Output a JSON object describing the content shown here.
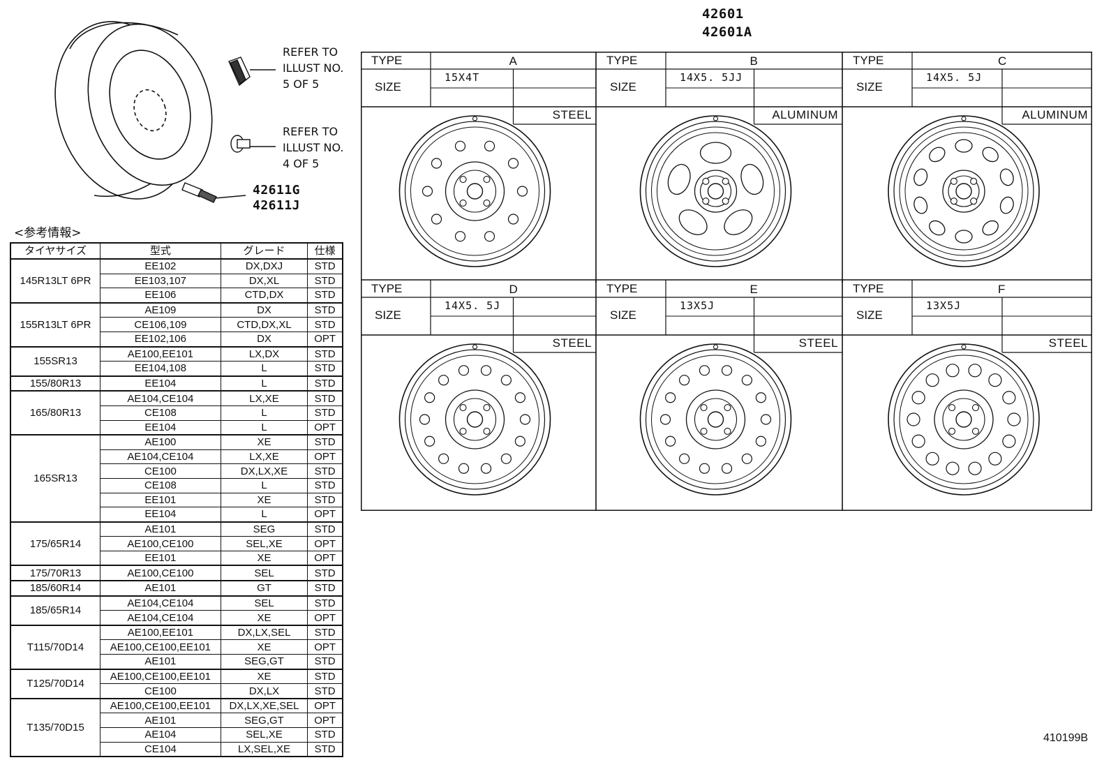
{
  "header": {
    "part_main": "42601",
    "part_alt": "42601A"
  },
  "callouts": {
    "refer1": {
      "line1": "REFER TO",
      "line2": "ILLUST NO.",
      "line3": "5 OF 5"
    },
    "refer2": {
      "line1": "REFER TO",
      "line2": "ILLUST NO.",
      "line3": "4 OF 5"
    },
    "valve": {
      "part1": "42611G",
      "part2": "42611J"
    }
  },
  "reference": {
    "title": "<参考情報>",
    "headers": [
      "タイヤサイズ",
      "型式",
      "グレード",
      "仕様"
    ],
    "groups": [
      {
        "tire": "145R13LT 6PR",
        "rows": [
          [
            "EE102",
            "DX,DXJ",
            "STD"
          ],
          [
            "EE103,107",
            "DX,XL",
            "STD"
          ],
          [
            "EE106",
            "CTD,DX",
            "STD"
          ]
        ]
      },
      {
        "tire": "155R13LT 6PR",
        "rows": [
          [
            "AE109",
            "DX",
            "STD"
          ],
          [
            "CE106,109",
            "CTD,DX,XL",
            "STD"
          ],
          [
            "EE102,106",
            "DX",
            "OPT"
          ]
        ]
      },
      {
        "tire": "155SR13",
        "rows": [
          [
            "AE100,EE101",
            "LX,DX",
            "STD"
          ],
          [
            "EE104,108",
            "L",
            "STD"
          ]
        ]
      },
      {
        "tire": "155/80R13",
        "rows": [
          [
            "EE104",
            "L",
            "STD"
          ]
        ]
      },
      {
        "tire": "165/80R13",
        "rows": [
          [
            "AE104,CE104",
            "LX,XE",
            "STD"
          ],
          [
            "CE108",
            "L",
            "STD"
          ],
          [
            "EE104",
            "L",
            "OPT"
          ]
        ]
      },
      {
        "tire": "165SR13",
        "rows": [
          [
            "AE100",
            "XE",
            "STD"
          ],
          [
            "AE104,CE104",
            "LX,XE",
            "OPT"
          ],
          [
            "CE100",
            "DX,LX,XE",
            "STD"
          ],
          [
            "CE108",
            "L",
            "STD"
          ],
          [
            "EE101",
            "XE",
            "STD"
          ],
          [
            "EE104",
            "L",
            "OPT"
          ]
        ]
      },
      {
        "tire": "175/65R14",
        "rows": [
          [
            "AE101",
            "SEG",
            "STD"
          ],
          [
            "AE100,CE100",
            "SEL,XE",
            "OPT"
          ],
          [
            "EE101",
            "XE",
            "OPT"
          ]
        ]
      },
      {
        "tire": "175/70R13",
        "rows": [
          [
            "AE100,CE100",
            "SEL",
            "STD"
          ]
        ]
      },
      {
        "tire": "185/60R14",
        "rows": [
          [
            "AE101",
            "GT",
            "STD"
          ]
        ]
      },
      {
        "tire": "185/65R14",
        "rows": [
          [
            "AE104,CE104",
            "SEL",
            "STD"
          ],
          [
            "AE104,CE104",
            "XE",
            "OPT"
          ]
        ]
      },
      {
        "tire": "T115/70D14",
        "rows": [
          [
            "AE100,EE101",
            "DX,LX,SEL",
            "STD"
          ],
          [
            "AE100,CE100,EE101",
            "XE",
            "OPT"
          ],
          [
            "AE101",
            "SEG,GT",
            "STD"
          ]
        ]
      },
      {
        "tire": "T125/70D14",
        "rows": [
          [
            "AE100,CE100,EE101",
            "XE",
            "STD"
          ],
          [
            "CE100",
            "DX,LX",
            "STD"
          ]
        ]
      },
      {
        "tire": "T135/70D15",
        "rows": [
          [
            "AE100,CE100,EE101",
            "DX,LX,XE,SEL",
            "OPT"
          ],
          [
            "AE101",
            "SEG,GT",
            "OPT"
          ],
          [
            "AE104",
            "SEL,XE",
            "STD"
          ],
          [
            "CE104",
            "LX,SEL,XE",
            "STD"
          ]
        ]
      }
    ]
  },
  "wheel_table": {
    "type_label": "TYPE",
    "size_label": "SIZE",
    "types": [
      {
        "type": "A",
        "size": "15X4T",
        "material": "STEEL"
      },
      {
        "type": "B",
        "size": "14X5. 5JJ",
        "material": "ALUMINUM"
      },
      {
        "type": "C",
        "size": "14X5. 5J",
        "material": "ALUMINUM"
      },
      {
        "type": "D",
        "size": "14X5. 5J",
        "material": "STEEL"
      },
      {
        "type": "E",
        "size": "13X5J",
        "material": "STEEL"
      },
      {
        "type": "F",
        "size": "13X5J",
        "material": "STEEL"
      }
    ]
  },
  "footer": {
    "illustration_code": "410199B"
  }
}
